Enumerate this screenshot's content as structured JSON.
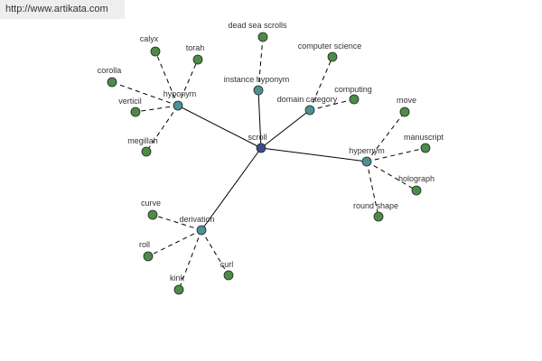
{
  "header": {
    "url": "http://www.artikata.com"
  },
  "graph": {
    "center": {
      "id": "scroll",
      "label": "scroll",
      "color": "#3d4a8c"
    },
    "categories": [
      {
        "id": "hyponym",
        "label": "hyponym",
        "color": "#4f8f96"
      },
      {
        "id": "instance-hyponym",
        "label": "instance hyponym",
        "color": "#4f8f96"
      },
      {
        "id": "domain-category",
        "label": "domain category",
        "color": "#4f8f96"
      },
      {
        "id": "hypernym",
        "label": "hypernym",
        "color": "#4f8f96"
      },
      {
        "id": "derivation",
        "label": "derivation",
        "color": "#4f8f96"
      }
    ],
    "leaves": [
      {
        "id": "calyx",
        "label": "calyx",
        "parent": "hyponym"
      },
      {
        "id": "torah",
        "label": "torah",
        "parent": "hyponym"
      },
      {
        "id": "corolla",
        "label": "corolla",
        "parent": "hyponym"
      },
      {
        "id": "verticil",
        "label": "verticil",
        "parent": "hyponym"
      },
      {
        "id": "megillah",
        "label": "megillah",
        "parent": "hyponym"
      },
      {
        "id": "dead-sea-scrolls",
        "label": "dead sea scrolls",
        "parent": "instance-hyponym"
      },
      {
        "id": "computer-science",
        "label": "computer science",
        "parent": "domain-category"
      },
      {
        "id": "computing",
        "label": "computing",
        "parent": "domain-category"
      },
      {
        "id": "move",
        "label": "move",
        "parent": "hypernym"
      },
      {
        "id": "manuscript",
        "label": "manuscript",
        "parent": "hypernym"
      },
      {
        "id": "holograph",
        "label": "holograph",
        "parent": "hypernym"
      },
      {
        "id": "round-shape",
        "label": "round shape",
        "parent": "hypernym"
      },
      {
        "id": "curve",
        "label": "curve",
        "parent": "derivation"
      },
      {
        "id": "roll",
        "label": "roll",
        "parent": "derivation"
      },
      {
        "id": "kink",
        "label": "kink",
        "parent": "derivation"
      },
      {
        "id": "curl",
        "label": "curl",
        "parent": "derivation"
      }
    ],
    "leaf_color": "#4e8a4a"
  }
}
